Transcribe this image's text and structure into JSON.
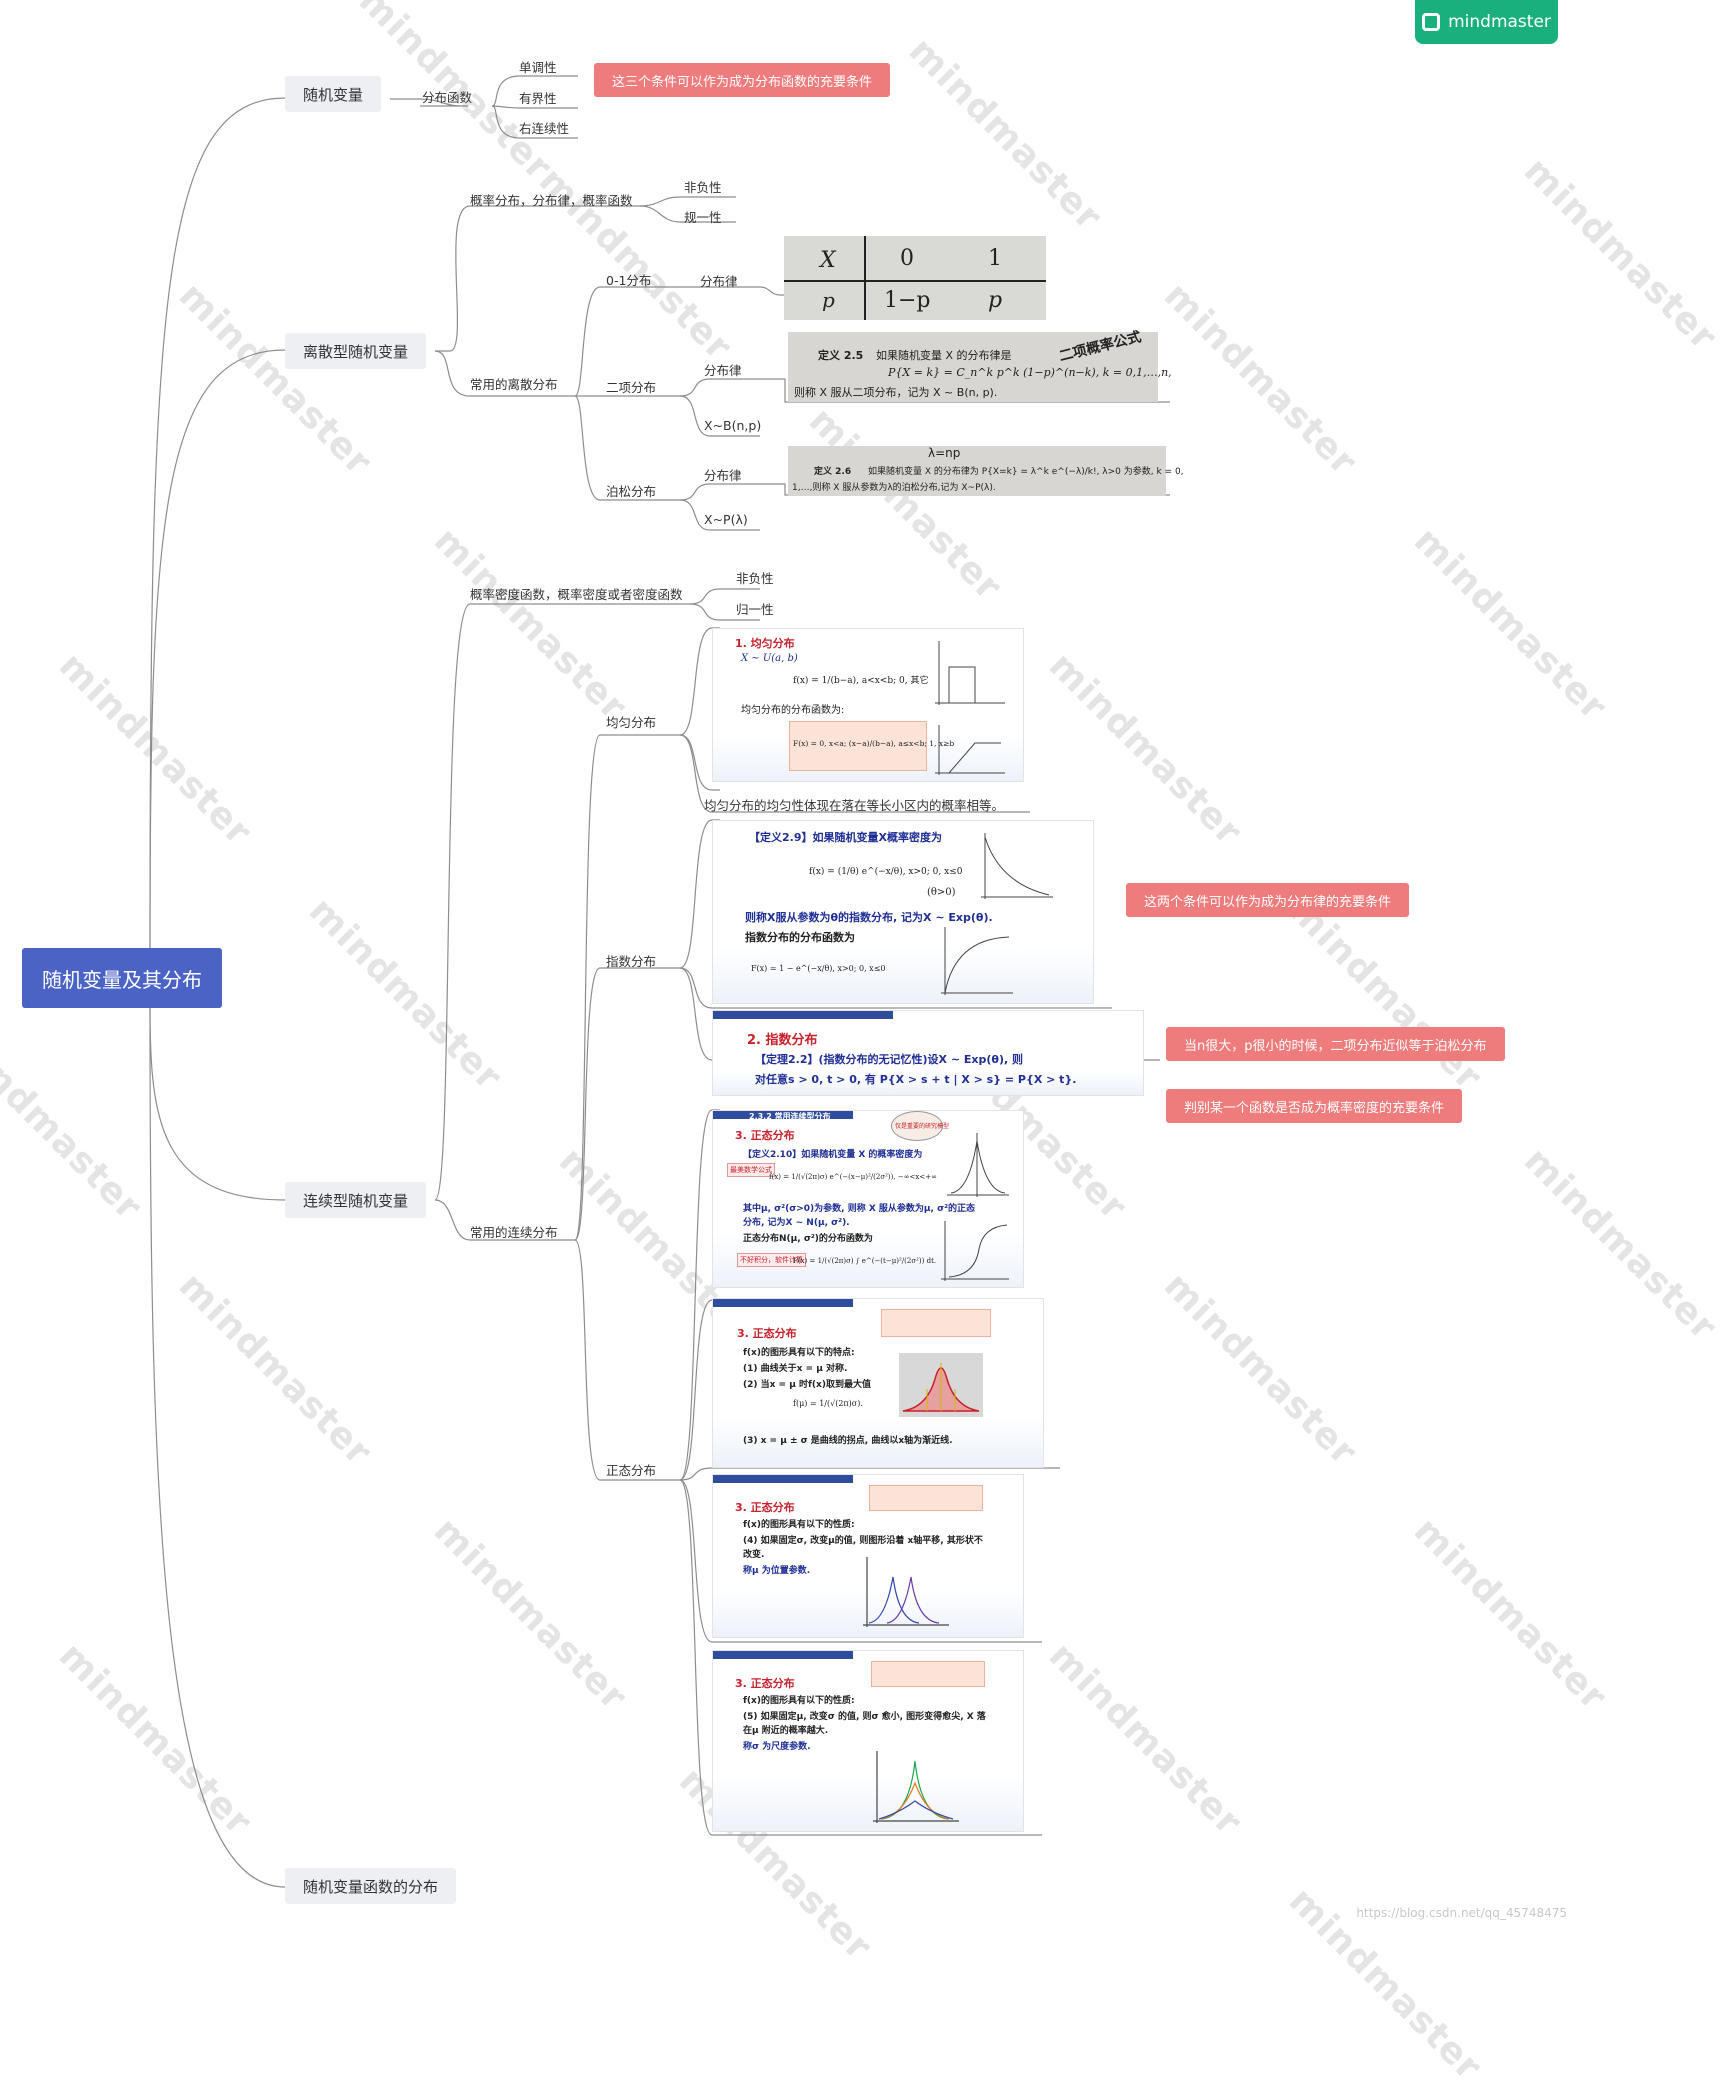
{
  "badge": {
    "label": "mindmaster"
  },
  "watermark": {
    "text": "mindmaster"
  },
  "root": {
    "label": "随机变量及其分布"
  },
  "topics": {
    "rv": {
      "label": "随机变量",
      "dist_func": "分布函数",
      "props": [
        "单调性",
        "有界性",
        "右连续性"
      ],
      "note": "这三个条件可以作为成为分布函数的充要条件"
    },
    "discrete": {
      "label": "离散型随机变量",
      "pmf": "概率分布，分布律，概率函数",
      "pmf_props": [
        "非负性",
        "规一性"
      ],
      "common": "常用的离散分布",
      "bernoulli": {
        "label": "0-1分布",
        "law": "分布律",
        "table": {
          "h1": "X",
          "v1": "0",
          "v2": "1",
          "h2": "p",
          "q": "1−p",
          "p": "p"
        }
      },
      "binomial": {
        "label": "二项分布",
        "law": "分布律",
        "notation": "X~B(n,p)",
        "def_label": "定义 2.5",
        "def": "如果随机变量 X 的分布律是",
        "formula": "P{X = k} = C_n^k p^k (1−p)^(n−k), k = 0,1,…,n,",
        "tail": "则称 X 服从二项分布，记为 X ~ B(n, p).",
        "hand": "二项概率公式"
      },
      "poisson": {
        "label": "泊松分布",
        "law": "分布律",
        "notation": "X~P(λ)",
        "hand": "λ=np",
        "def_label": "定义 2.6",
        "def": "如果随机变量 X 的分布律为 P{X=k} = λ^k e^(−λ)/k!, λ>0 为参数, k = 0,",
        "tail": "1,…,则称 X 服从参数为λ的泊松分布,记为 X~P(λ)."
      }
    },
    "continuous": {
      "label": "连续型随机变量",
      "pdf": "概率密度函数，概率密度或者密度函数",
      "pdf_props": [
        "非负性",
        "归一性"
      ],
      "common": "常用的连续分布",
      "uniform": {
        "label": "均匀分布",
        "title": "1. 均匀分布",
        "notation": "X ~ U(a, b)",
        "pdf": "f(x) = 1/(b−a), a<x<b; 0, 其它",
        "cdf_caption": "均匀分布的分布函数为:",
        "cdf": "F(x) = 0, x<a; (x−a)/(b−a), a≤x<b; 1, x≥b",
        "note": "均匀分布的均匀性体现在落在等长小区内的概率相等。"
      },
      "exponential": {
        "label": "指数分布",
        "def": "【定义2.9】如果随机变量X概率密度为",
        "pdf": "f(x) = (1/θ) e^(−x/θ), x>0; 0, x≤0",
        "cond": "(θ>0)",
        "conclusion": "则称X服从参数为θ的指数分布, 记为X ~ Exp(θ).",
        "cdf_caption": "指数分布的分布函数为",
        "cdf": "F(x) = 1 − e^(−x/θ), x>0; 0, x≤0",
        "title2": "2. 指数分布",
        "theorem": "【定理2.2】(指数分布的无记忆性)设X ~ Exp(θ), 则",
        "theorem2": "对任意s > 0, t > 0, 有 P{X > s + t | X > s} = P{X > t}."
      },
      "normal": {
        "label": "正态分布",
        "header": "2.3.2 常用连续型分布",
        "title": "3. 正态分布",
        "bubble": "仅是重要的研究模型",
        "def": "【定义2.10】如果随机变量 X 的概率密度为",
        "pill1": "最美数学公式",
        "pill2": "不好积分，软件计算",
        "pdf": "f(x) = 1/(√(2π)σ) e^(−(x−μ)²/(2σ²)), −∞<x<+∞",
        "params": "其中μ, σ²(σ>0)为参数, 则称 X 服从参数为μ, σ²的正态",
        "params2": "分布, 记为X ~ N(μ, σ²).",
        "cdf_caption": "正态分布N(μ, σ²)的分布函数为",
        "cdf": "F(x) = 1/(√(2π)σ) ∫ e^(−(t−μ)²/(2σ²)) dt.",
        "s2": {
          "intro": "f(x)的图形具有以下的特点:",
          "p1": "(1) 曲线关于x = μ 对称.",
          "p2": "(2) 当x = μ 时f(x)取到最大值",
          "p2f": "f(μ) = 1/(√(2π)σ).",
          "p3": "(3) x = μ ± σ 是曲线的拐点, 曲线以x轴为渐近线."
        },
        "s3": {
          "intro": "f(x)的图形具有以下的性质:",
          "p4": "(4) 如果固定σ, 改变μ的值, 则图形沿着 x轴平移, 其形状不",
          "p4b": "改变.",
          "p4c": "称μ 为位置参数."
        },
        "s4": {
          "intro": "f(x)的图形具有以下的性质:",
          "p5": "(5) 如果固定μ, 改变σ 的值, 则σ 愈小, 图形变得愈尖, X 落",
          "p5b": "在μ 附近的概率越大.",
          "p5c": "称σ 为尺度参数."
        }
      }
    },
    "funcdist": {
      "label": "随机变量函数的分布"
    }
  },
  "notes": {
    "n2": "这两个条件可以作为成为分布律的充要条件",
    "n3": "当n很大，p很小的时候，二项分布近似等于泊松分布",
    "n4": "判别某一个函数是否成为概率密度的充要条件"
  },
  "footer": {
    "url": "https://blog.csdn.net/qq_45748475"
  }
}
